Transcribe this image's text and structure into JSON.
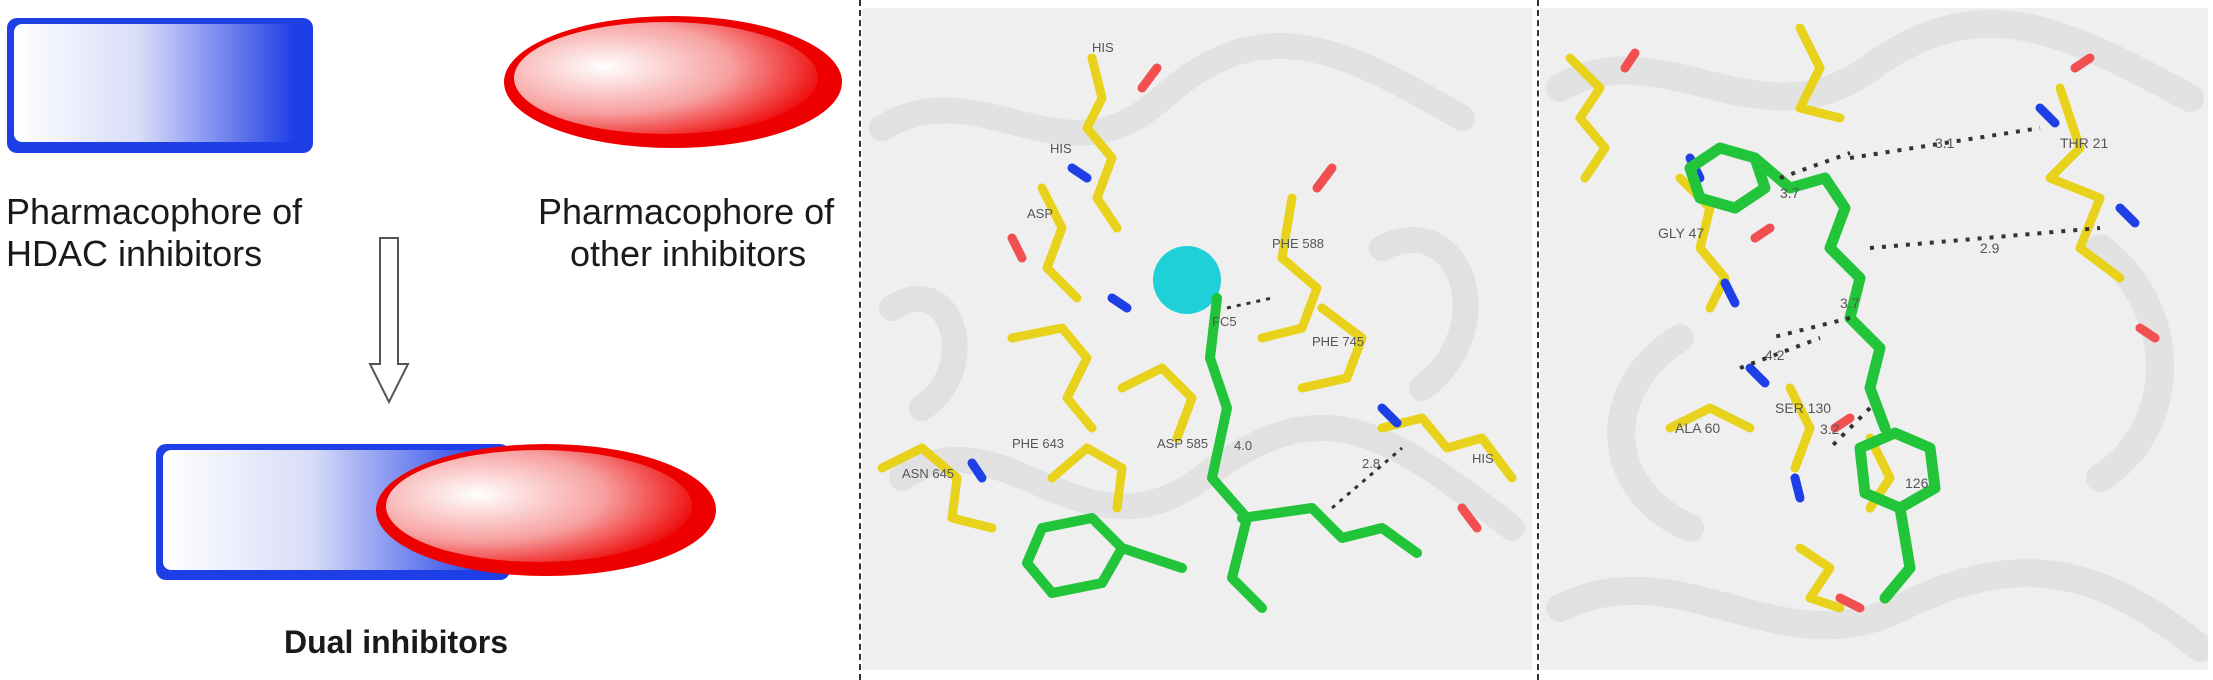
{
  "left_panel": {
    "hdac_label_line1": "Pharmacophore of",
    "hdac_label_line2": "HDAC inhibitors",
    "other_label_line1": "Pharmacophore of",
    "other_label_line2": "other inhibitors",
    "dual_label": "Dual inhibitors",
    "colors": {
      "hdac": "#1f3fe6",
      "other": "#ee0000"
    }
  },
  "middle_panel": {
    "residue_labels": [
      "HIS",
      "HIS",
      "ASP",
      "PHE 588",
      "FC5",
      "PHE 745",
      "ASP 585",
      "PHE 643",
      "ASN 645",
      "HIS"
    ],
    "distance_labels": [
      "4.0",
      "2.8"
    ],
    "colors": {
      "zinc": "#1fd0d8",
      "ligand": "#22c43a",
      "residue": "#e8d21c"
    }
  },
  "right_panel": {
    "residue_labels": [
      "THR 21",
      "GLY 47",
      "ALA 60",
      "SER 130",
      "126"
    ],
    "distance_labels": [
      "3.1",
      "3.7",
      "2.9",
      "3.7",
      "4.2",
      "3.2"
    ],
    "colors": {
      "ligand": "#22c43a",
      "residue": "#e8d21c"
    }
  }
}
